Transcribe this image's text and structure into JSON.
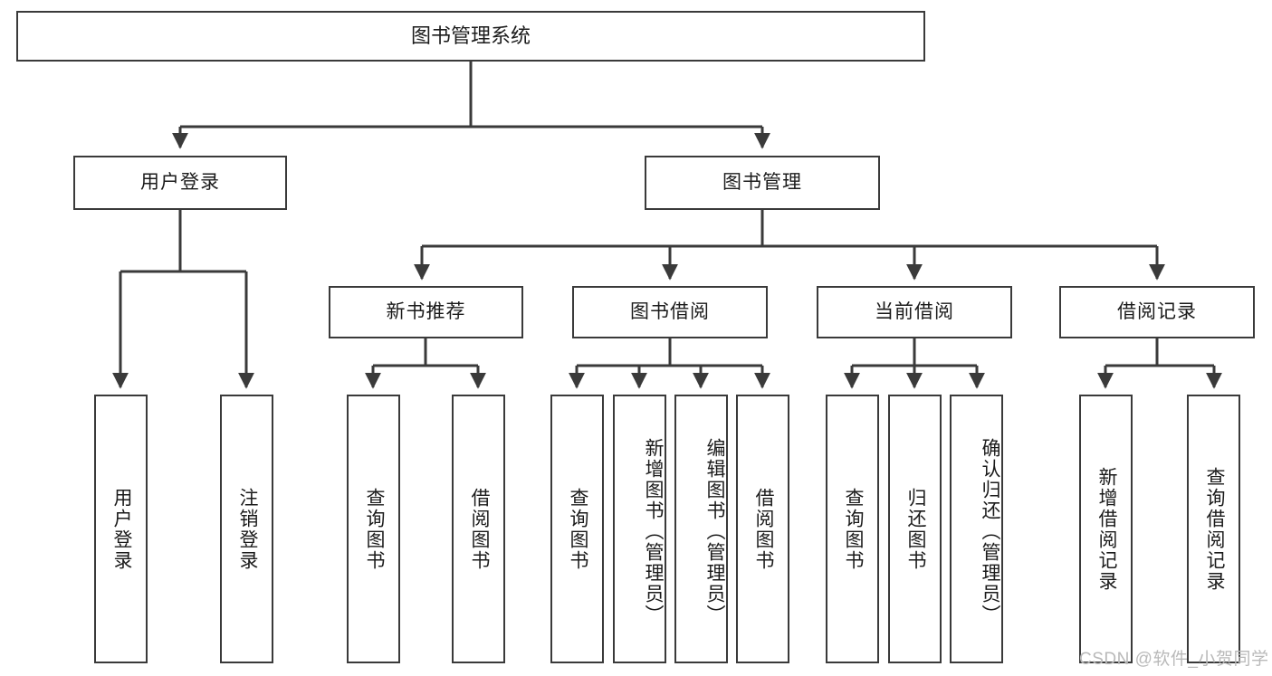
{
  "diagram": {
    "title": "图书管理系统",
    "root": {
      "label": "图书管理系统"
    },
    "level2": [
      {
        "label": "用户登录"
      },
      {
        "label": "图书管理"
      }
    ],
    "level3": [
      {
        "label": "新书推荐"
      },
      {
        "label": "图书借阅"
      },
      {
        "label": "当前借阅"
      },
      {
        "label": "借阅记录"
      }
    ],
    "leaves": {
      "user_login": [
        {
          "label": "用户登录"
        },
        {
          "label": "注销登录"
        }
      ],
      "new_book": [
        {
          "label": "查询图书"
        },
        {
          "label": "借阅图书"
        }
      ],
      "borrow": [
        {
          "label": "查询图书"
        },
        {
          "label": "新增图书（管理员）"
        },
        {
          "label": "编辑图书（管理员）"
        },
        {
          "label": "借阅图书"
        }
      ],
      "current": [
        {
          "label": "查询图书"
        },
        {
          "label": "归还图书"
        },
        {
          "label": "确认归还（管理员）"
        }
      ],
      "records": [
        {
          "label": "新增借阅记录"
        },
        {
          "label": "查询借阅记录"
        }
      ]
    },
    "watermark": "CSDN @软件_小贺同学",
    "colors": {
      "stroke": "#3a3a3a",
      "text": "#1b1b1b",
      "background": "#ffffff",
      "watermark": "#b9b9b9"
    }
  }
}
